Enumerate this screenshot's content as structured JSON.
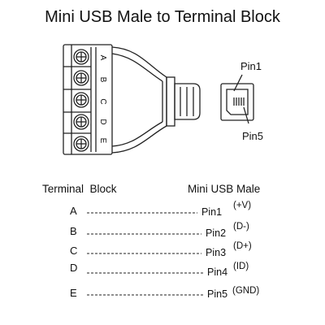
{
  "title": "Mini USB Male to Terminal Block",
  "block_letters": [
    "A",
    "B",
    "C",
    "D",
    "E"
  ],
  "connector_labels": {
    "top": "Pin1",
    "bottom": "Pin5"
  },
  "table": {
    "left_header": "Terminal  Block",
    "right_header": "Mini USB Male",
    "rows": [
      {
        "terminal": "A",
        "pin": "Pin1",
        "signal": "(+V)"
      },
      {
        "terminal": "B",
        "pin": "Pin2",
        "signal": "(D-)"
      },
      {
        "terminal": "C",
        "pin": "Pin3",
        "signal": "(D+)"
      },
      {
        "terminal": "D",
        "pin": "Pin4",
        "signal": "(ID)"
      },
      {
        "terminal": "E",
        "pin": "Pin5",
        "signal": "(GND)"
      }
    ]
  },
  "colors": {
    "ink": "#111111",
    "background": "#ffffff"
  }
}
